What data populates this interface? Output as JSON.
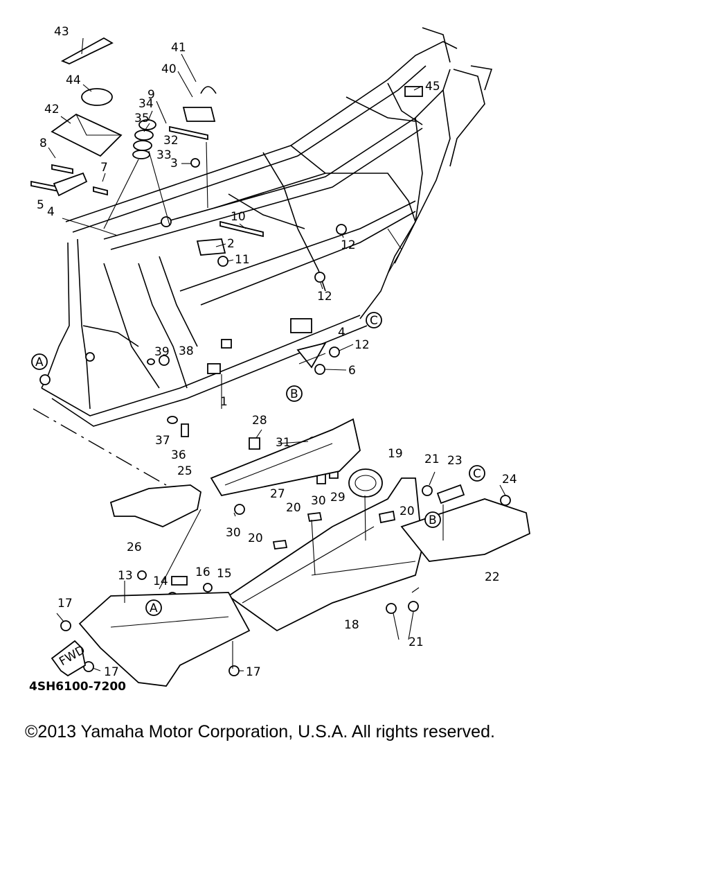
{
  "diagram": {
    "catalog_code": "4SH6100-7200",
    "fwd_label": "FWD",
    "ref_markers": [
      "A",
      "B",
      "C"
    ],
    "callouts": [
      "1",
      "2",
      "3",
      "4",
      "5",
      "6",
      "7",
      "8",
      "9",
      "10",
      "11",
      "12",
      "13",
      "14",
      "15",
      "16",
      "17",
      "18",
      "19",
      "20",
      "21",
      "22",
      "23",
      "24",
      "25",
      "26",
      "27",
      "28",
      "29",
      "30",
      "31",
      "32",
      "33",
      "34",
      "35",
      "36",
      "37",
      "38",
      "39",
      "40",
      "41",
      "42",
      "43",
      "44",
      "45"
    ]
  },
  "footer": {
    "copyright": "©2013 Yamaha Motor Corporation, U.S.A. All rights reserved."
  }
}
